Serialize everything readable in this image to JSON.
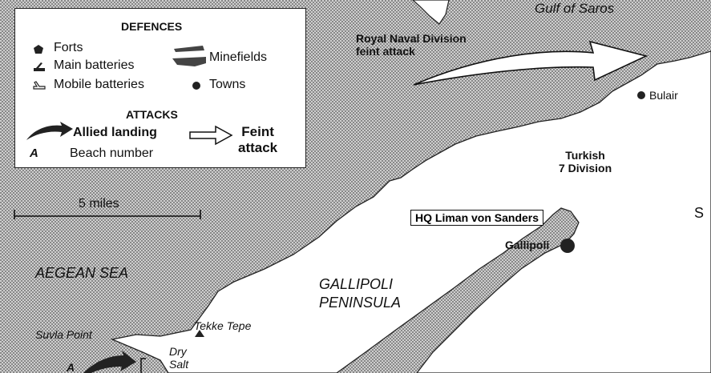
{
  "legend": {
    "defences_title": "DEFENCES",
    "forts": "Forts",
    "main_batteries": "Main batteries",
    "mobile_batteries": "Mobile batteries",
    "minefields": "Minefields",
    "towns": "Towns",
    "attacks_title": "ATTACKS",
    "allied_landing": "Allied landing",
    "beach_symbol": "A",
    "beach_number": "Beach number",
    "feint_attack_line1": "Feint",
    "feint_attack_line2": "attack"
  },
  "scale": {
    "label": "5 miles"
  },
  "places": {
    "gulf_of_saros": "Gulf of Saros",
    "rnd_line1": "Royal Naval Division",
    "rnd_line2": "feint attack",
    "bulair": "Bulair",
    "turkish_line1": "Turkish",
    "turkish_line2": "7 Division",
    "hq": "HQ Liman von Sanders",
    "gallipoli_town": "Gallipoli",
    "aegean_sea": "AEGEAN SEA",
    "peninsula_line1": "GALLIPOLI",
    "peninsula_line2": "PENINSULA",
    "tekke_tepe": "Tekke Tepe",
    "suvla_point": "Suvla Point",
    "dry_line1": "Dry",
    "dry_line2": "Salt",
    "beach_a": "A",
    "edge_label": "S"
  },
  "colors": {
    "sea": "#9a9a9a",
    "land": "#ffffff",
    "ink": "#111111"
  }
}
